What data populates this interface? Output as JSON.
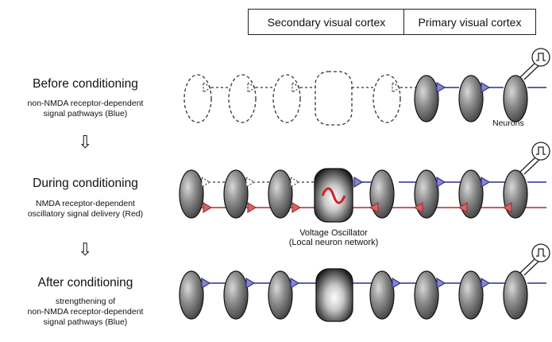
{
  "header": {
    "secondary": "Secondary visual cortex",
    "primary": "Primary visual cortex"
  },
  "stages": [
    {
      "title": "Before conditioning",
      "desc_lines": [
        "non-NMDA receptor-dependent",
        "signal pathways (Blue)"
      ]
    },
    {
      "title": "During conditioning",
      "desc_lines": [
        "NMDA receptor-dependent",
        "oscillatory signal delivery (Red)"
      ]
    },
    {
      "title": "After conditioning",
      "desc_lines": [
        "strengthening of",
        "non-NMDA receptor-dependent",
        "signal pathways (Blue)"
      ]
    }
  ],
  "oscillator": {
    "line1": "Voltage Oscillator",
    "line2": "(Local neuron network)"
  },
  "neurons_label": "Neurons",
  "colors": {
    "blue_pathway": "#2b2f8f",
    "red_pathway": "#b02a2a",
    "neuron_fill": "#6e6e6e",
    "oscillator_wave": "#d42020"
  },
  "icons": {
    "arrow": "down-arrow-icon",
    "electrode": "recording-electrode-icon"
  }
}
